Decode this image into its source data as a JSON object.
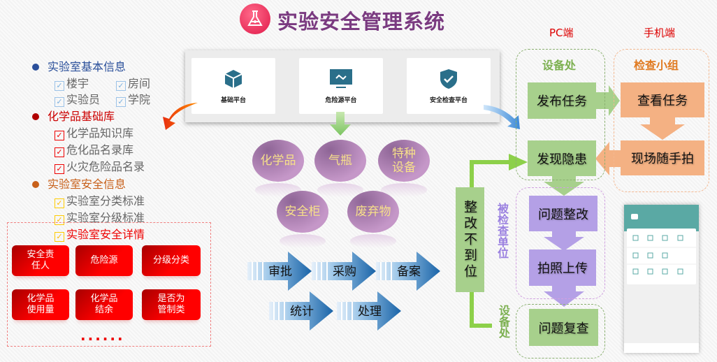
{
  "title": "实验安全管理系统",
  "icons": {
    "logo": "flask-icon",
    "platforms": [
      "cube-icon",
      "monitor-icon",
      "shield-check-icon"
    ]
  },
  "platforms": [
    "基础平台",
    "危险源平台",
    "安全检查平台"
  ],
  "hazards": [
    "化学品",
    "气瓶",
    "特种设备",
    "安全柜",
    "废弃物"
  ],
  "process": [
    "审批",
    "采购",
    "备案",
    "统计",
    "处理"
  ],
  "left": {
    "basic": {
      "title": "实验室基本信息",
      "items": [
        "楼宇",
        "房间",
        "实验员",
        "学院"
      ],
      "color": "#2a4f9a"
    },
    "chem": {
      "title": "化学品基础库",
      "items": [
        "化学品知识库",
        "危化品名录库",
        "火灾危险品名录"
      ],
      "color": "#c00000"
    },
    "safety": {
      "title": "实验室安全信息",
      "items": [
        "实验室分类标准",
        "实验室分级标准",
        "实验室安全详情"
      ],
      "color": "#c8601a"
    },
    "details": [
      "安全责任人",
      "危险源",
      "分级分类",
      "化学品使用量",
      "化学品结余",
      "是否为管制类"
    ],
    "more": "......"
  },
  "flow": {
    "pc_label": "PC端",
    "mobile_label": "手机端",
    "equipment_dept": "设备处",
    "inspection_team": "检查小组",
    "inspected_unit": "被检查单位",
    "equipment_dept2": "设备处",
    "steps": {
      "publish": "发布任务",
      "view": "查看任务",
      "find": "发现隐患",
      "photo": "现场随手拍",
      "rectify": "问题整改",
      "upload": "拍照上传",
      "recheck": "问题复查"
    },
    "failed": "整改不到位"
  },
  "colors": {
    "green": "#a7d08c",
    "orange": "#f4b183",
    "purple": "#b4a0e6",
    "title": "#7a3a80",
    "red": "#e00000"
  }
}
